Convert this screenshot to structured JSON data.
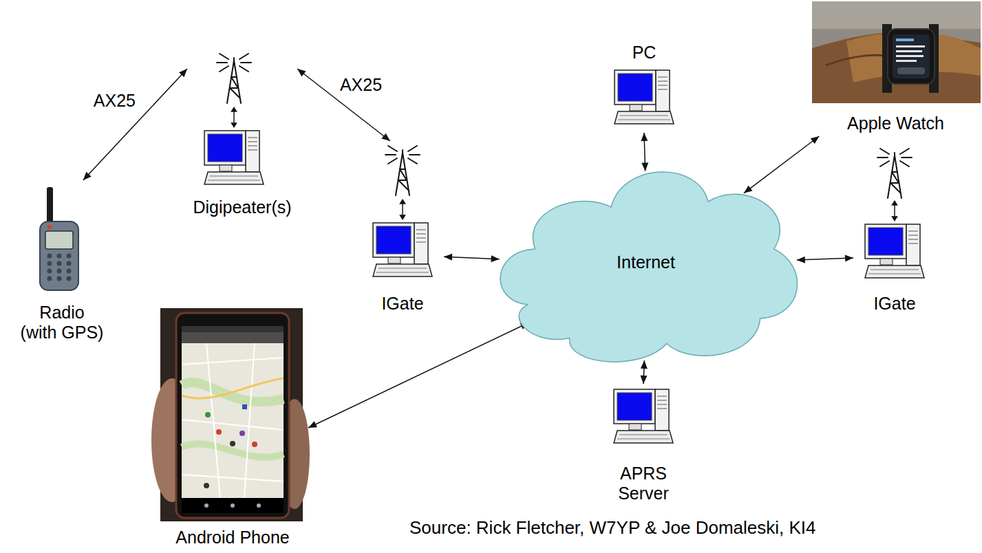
{
  "diagram": {
    "nodes": [
      {
        "text": [
          "Radio (with GPS)"
        ]
      },
      {
        "text": [
          "Digipeater(s)"
        ]
      },
      {
        "text": [
          "IGate"
        ]
      },
      {
        "text": [
          "Internet"
        ]
      },
      {
        "text": [
          "PC"
        ]
      },
      {
        "text": [
          "Apple Watch"
        ]
      },
      {
        "text": [
          "IGate"
        ]
      },
      {
        "text": [
          "APRS Server"
        ]
      },
      {
        "text": [
          "Android Phone"
        ]
      }
    ],
    "edges": [
      {
        "from": 0,
        "to": 1,
        "label": "AX25",
        "arrow": "both"
      },
      {
        "from": 1,
        "to": 2,
        "label": "AX25",
        "arrow": "both"
      },
      {
        "from": 2,
        "to": 3,
        "arrow": "both"
      },
      {
        "from": 4,
        "to": 3,
        "arrow": "both"
      },
      {
        "from": 3,
        "to": 5,
        "arrow": "both"
      },
      {
        "from": 3,
        "to": 6,
        "arrow": "both"
      },
      {
        "from": 3,
        "to": 7,
        "arrow": "both"
      },
      {
        "from": 8,
        "to": 3,
        "arrow": "both"
      }
    ],
    "labels": [
      "Source: Rick Fletcher, W7YP & Joe Domaleski, KI4"
    ]
  }
}
